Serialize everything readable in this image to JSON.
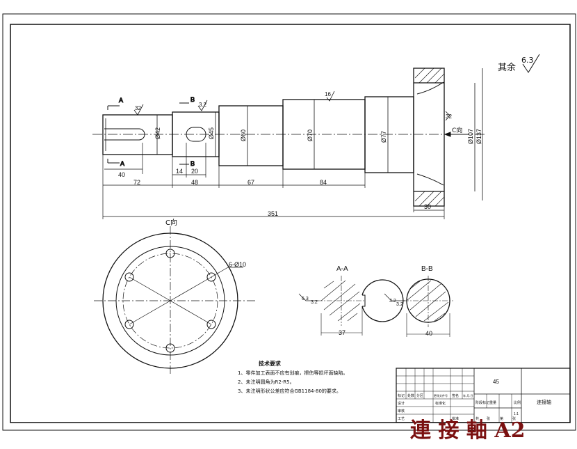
{
  "sheet": {
    "title_stamp": "連 接 軸 A2",
    "roughness_note_label": "其余",
    "roughness_default": "6.3"
  },
  "main_view": {
    "section_marks": [
      "A",
      "A",
      "B",
      "B"
    ],
    "view_arrow_label": "C向",
    "roughness": [
      "32",
      "3.2",
      "16",
      "32"
    ],
    "diameters": [
      "Ø42",
      "Ø45",
      "Ø60",
      "Ø70",
      "Ø77",
      "Ø107",
      "Ø137"
    ],
    "dims": {
      "key_a_length": "40",
      "key_b_offset": "14",
      "key_b_length": "20",
      "seg1": "72",
      "seg2": "48",
      "seg3": "67",
      "seg4": "84",
      "flange_width": "30",
      "total": "351"
    }
  },
  "c_view": {
    "title": "C向",
    "holes": "6-Ø10"
  },
  "section_a": {
    "title": "A-A",
    "width": "37",
    "roughness": [
      "6.3",
      "3.2"
    ]
  },
  "section_b": {
    "title": "B-B",
    "width": "40",
    "roughness": [
      "3.2",
      "3.2"
    ]
  },
  "tech": {
    "title": "技术要求",
    "items": [
      "1、零件加工表面不应有划痕，擦伤等损坏面缺陷。",
      "2、未注明圆角为R2-R5。",
      "3、未注明形状公差应符合GB1184-80的要求。"
    ]
  },
  "title_block": {
    "material": "45",
    "part_name": "连接轴",
    "rows": [
      "标记",
      "设计",
      "审核",
      "工艺"
    ],
    "cells": [
      "处数",
      "分区",
      "更改文件号",
      "签名",
      "年.月.日",
      "标准化",
      "阶段标记",
      "重量",
      "比例",
      "1:1",
      "共",
      "张",
      "第",
      "张",
      "批准"
    ]
  }
}
